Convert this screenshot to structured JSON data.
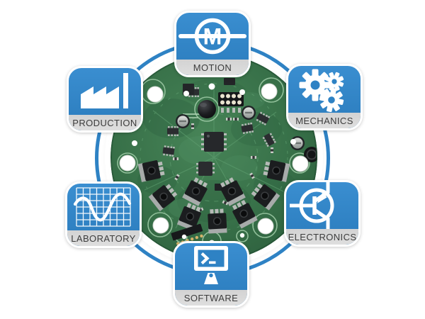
{
  "background_color": "#ffffff",
  "ring_color": "#2e82c4",
  "tile_style": {
    "blue_top": "#3a8ed0",
    "blue_bottom": "#2b7cbd",
    "label_bg": "#d9d9d9",
    "label_text_color": "#3c3c3c"
  },
  "center_board": {
    "name": "circuit-board-photo",
    "description": "Round green motor-controller PCB with radial power MOSFETs, electrolytic capacitors, ICs, pin header and white mounting holes"
  },
  "nodes": [
    {
      "id": "motion",
      "label": "MOTION",
      "icon": "motor-icon",
      "position": "top"
    },
    {
      "id": "mechanics",
      "label": "MECHANICS",
      "icon": "gears-icon",
      "position": "top-right"
    },
    {
      "id": "electronics",
      "label": "ELECTRONICS",
      "icon": "transistor-icon",
      "position": "bottom-right"
    },
    {
      "id": "software",
      "label": "SOFTWARE",
      "icon": "terminal-monitor-icon",
      "position": "bottom"
    },
    {
      "id": "laboratory",
      "label": "LABORATORY",
      "icon": "oscilloscope-wave-icon",
      "position": "bottom-left"
    },
    {
      "id": "production",
      "label": "PRODUCTION",
      "icon": "factory-icon",
      "position": "top-left"
    }
  ],
  "icons": {
    "motor_letter": "M"
  }
}
